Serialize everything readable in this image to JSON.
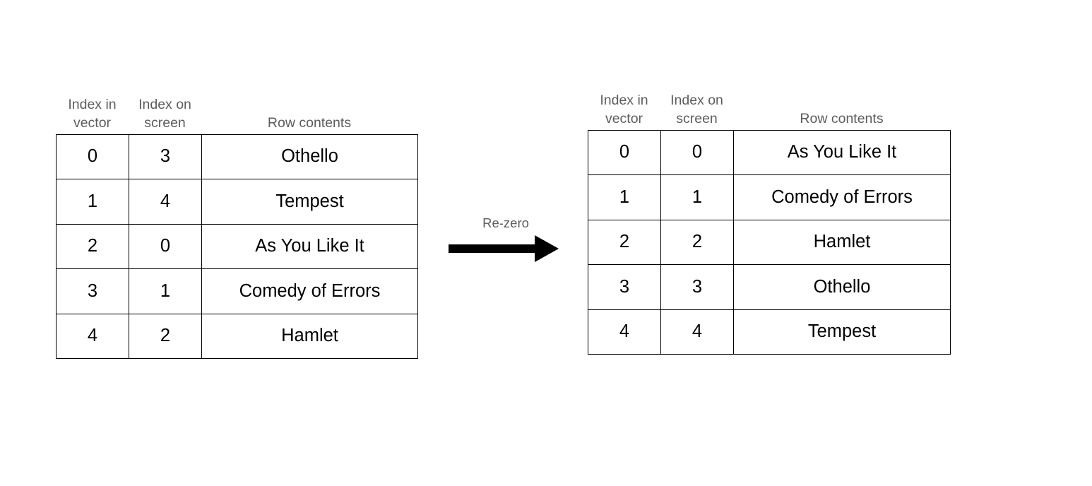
{
  "diagram": {
    "title_text": "",
    "background_color": "#ffffff",
    "header_color": "#5d5d5d",
    "cell_text_color": "#000000",
    "border_color": "#000000"
  },
  "tables": {
    "left": {
      "name": "before-re-zero-table",
      "headers": {
        "index_in_vector": "Index in\nvector",
        "index_on_screen": "Index on\nscreen",
        "row_contents": "Row contents"
      },
      "rows": [
        {
          "index_in_vector": "0",
          "index_on_screen": "3",
          "contents": "Othello"
        },
        {
          "index_in_vector": "1",
          "index_on_screen": "4",
          "contents": "Tempest"
        },
        {
          "index_in_vector": "2",
          "index_on_screen": "0",
          "contents": "As You Like It"
        },
        {
          "index_in_vector": "3",
          "index_on_screen": "1",
          "contents": "Comedy of Errors"
        },
        {
          "index_in_vector": "4",
          "index_on_screen": "2",
          "contents": "Hamlet"
        }
      ]
    },
    "right": {
      "name": "after-re-zero-table",
      "headers": {
        "index_in_vector": "Index in\nvector",
        "index_on_screen": "Index on\nscreen",
        "row_contents": "Row contents"
      },
      "rows": [
        {
          "index_in_vector": "0",
          "index_on_screen": "0",
          "contents": "As You Like It"
        },
        {
          "index_in_vector": "1",
          "index_on_screen": "1",
          "contents": "Comedy of Errors"
        },
        {
          "index_in_vector": "2",
          "index_on_screen": "2",
          "contents": "Hamlet"
        },
        {
          "index_in_vector": "3",
          "index_on_screen": "3",
          "contents": "Othello"
        },
        {
          "index_in_vector": "4",
          "index_on_screen": "4",
          "contents": "Tempest"
        }
      ]
    }
  },
  "arrow": {
    "label": "Re-zero",
    "direction": "right",
    "color": "#000000"
  }
}
